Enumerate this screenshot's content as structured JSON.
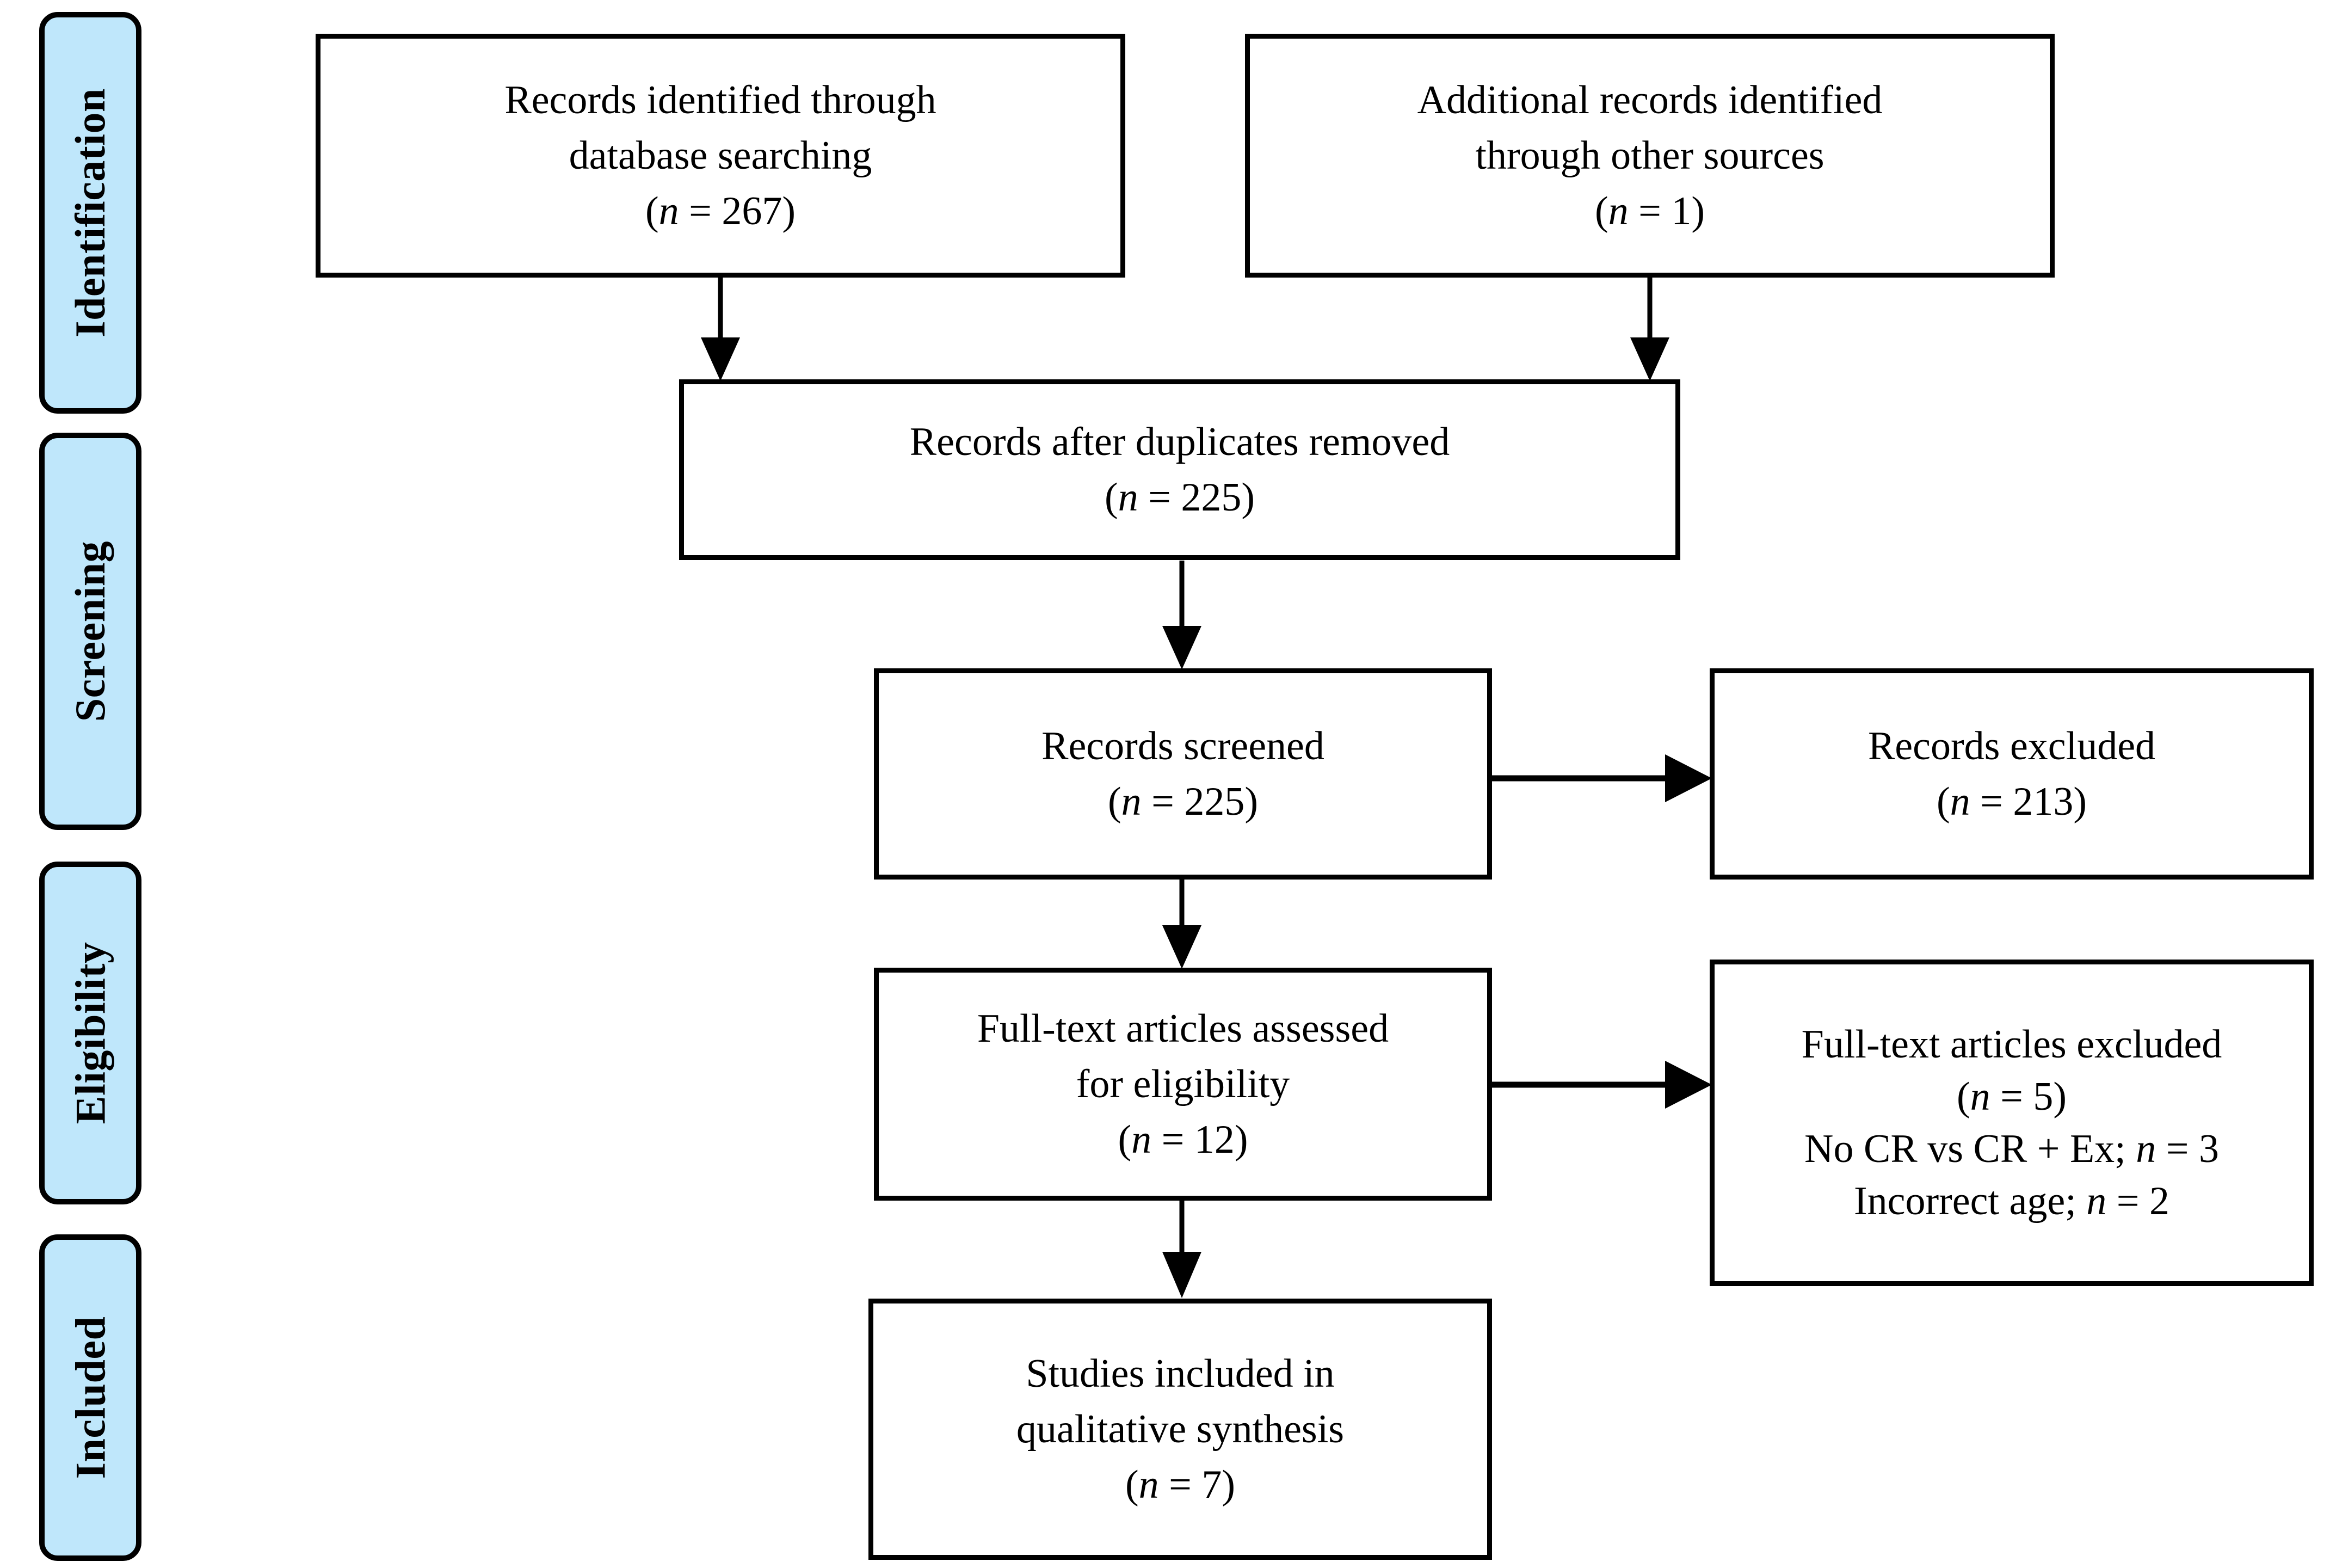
{
  "diagram": {
    "title": "PRISMA flow diagram",
    "accent_color": "#bfe7fb",
    "border_color": "#000000",
    "background_color": "#ffffff"
  },
  "stages": [
    {
      "id": "identification",
      "label": "Identification"
    },
    {
      "id": "screening",
      "label": "Screening"
    },
    {
      "id": "eligibility",
      "label": "Eligibility"
    },
    {
      "id": "included",
      "label": "Included"
    }
  ],
  "boxes": {
    "records_database": {
      "line1": "Records identified through",
      "line2": "database searching",
      "count_prefix": "(",
      "count_n": "n",
      "count_eq": " = ",
      "count_value": "267",
      "count_suffix": ")"
    },
    "records_other": {
      "line1": "Additional records identified",
      "line2": "through other sources",
      "count_prefix": "(",
      "count_n": "n",
      "count_eq": " = ",
      "count_value": "1",
      "count_suffix": ")"
    },
    "after_duplicates": {
      "line1": "Records after duplicates removed",
      "count_prefix": "(",
      "count_n": "n",
      "count_eq": " = ",
      "count_value": "225",
      "count_suffix": ")"
    },
    "records_screened": {
      "line1": "Records screened",
      "count_prefix": "(",
      "count_n": "n",
      "count_eq": " = ",
      "count_value": "225",
      "count_suffix": ")"
    },
    "records_excluded": {
      "line1": "Records excluded",
      "count_prefix": "(",
      "count_n": "n",
      "count_eq": " = ",
      "count_value": "213",
      "count_suffix": ")"
    },
    "fulltext_assessed": {
      "line1": "Full-text articles assessed",
      "line2": "for eligibility",
      "count_prefix": "(",
      "count_n": "n",
      "count_eq": " = ",
      "count_value": "12",
      "count_suffix": ")"
    },
    "fulltext_excluded": {
      "line1": "Full-text articles excluded",
      "count_prefix": "(",
      "count_n": "n",
      "count_eq": " = ",
      "count_value": "5",
      "count_suffix": ")",
      "reason1_text": "No CR vs CR + Ex; ",
      "reason1_n": "n",
      "reason1_eq": " = ",
      "reason1_value": "3",
      "reason2_text": "Incorrect age; ",
      "reason2_n": "n",
      "reason2_eq": " = ",
      "reason2_value": "2"
    },
    "studies_included": {
      "line1": "Studies included in",
      "line2": "qualitative synthesis",
      "count_prefix": "(",
      "count_n": "n",
      "count_eq": " = ",
      "count_value": "7",
      "count_suffix": ")"
    }
  },
  "connectors": [
    {
      "id": "db-to-dedupe",
      "from": "records_database",
      "to": "after_duplicates",
      "direction": "down"
    },
    {
      "id": "other-to-dedupe",
      "from": "records_other",
      "to": "after_duplicates",
      "direction": "down"
    },
    {
      "id": "dedupe-to-screened",
      "from": "after_duplicates",
      "to": "records_screened",
      "direction": "down"
    },
    {
      "id": "screened-to-excluded",
      "from": "records_screened",
      "to": "records_excluded",
      "direction": "right"
    },
    {
      "id": "screened-to-fulltext",
      "from": "records_screened",
      "to": "fulltext_assessed",
      "direction": "down"
    },
    {
      "id": "fulltext-to-excluded",
      "from": "fulltext_assessed",
      "to": "fulltext_excluded",
      "direction": "right"
    },
    {
      "id": "fulltext-to-included",
      "from": "fulltext_assessed",
      "to": "studies_included",
      "direction": "down"
    }
  ]
}
